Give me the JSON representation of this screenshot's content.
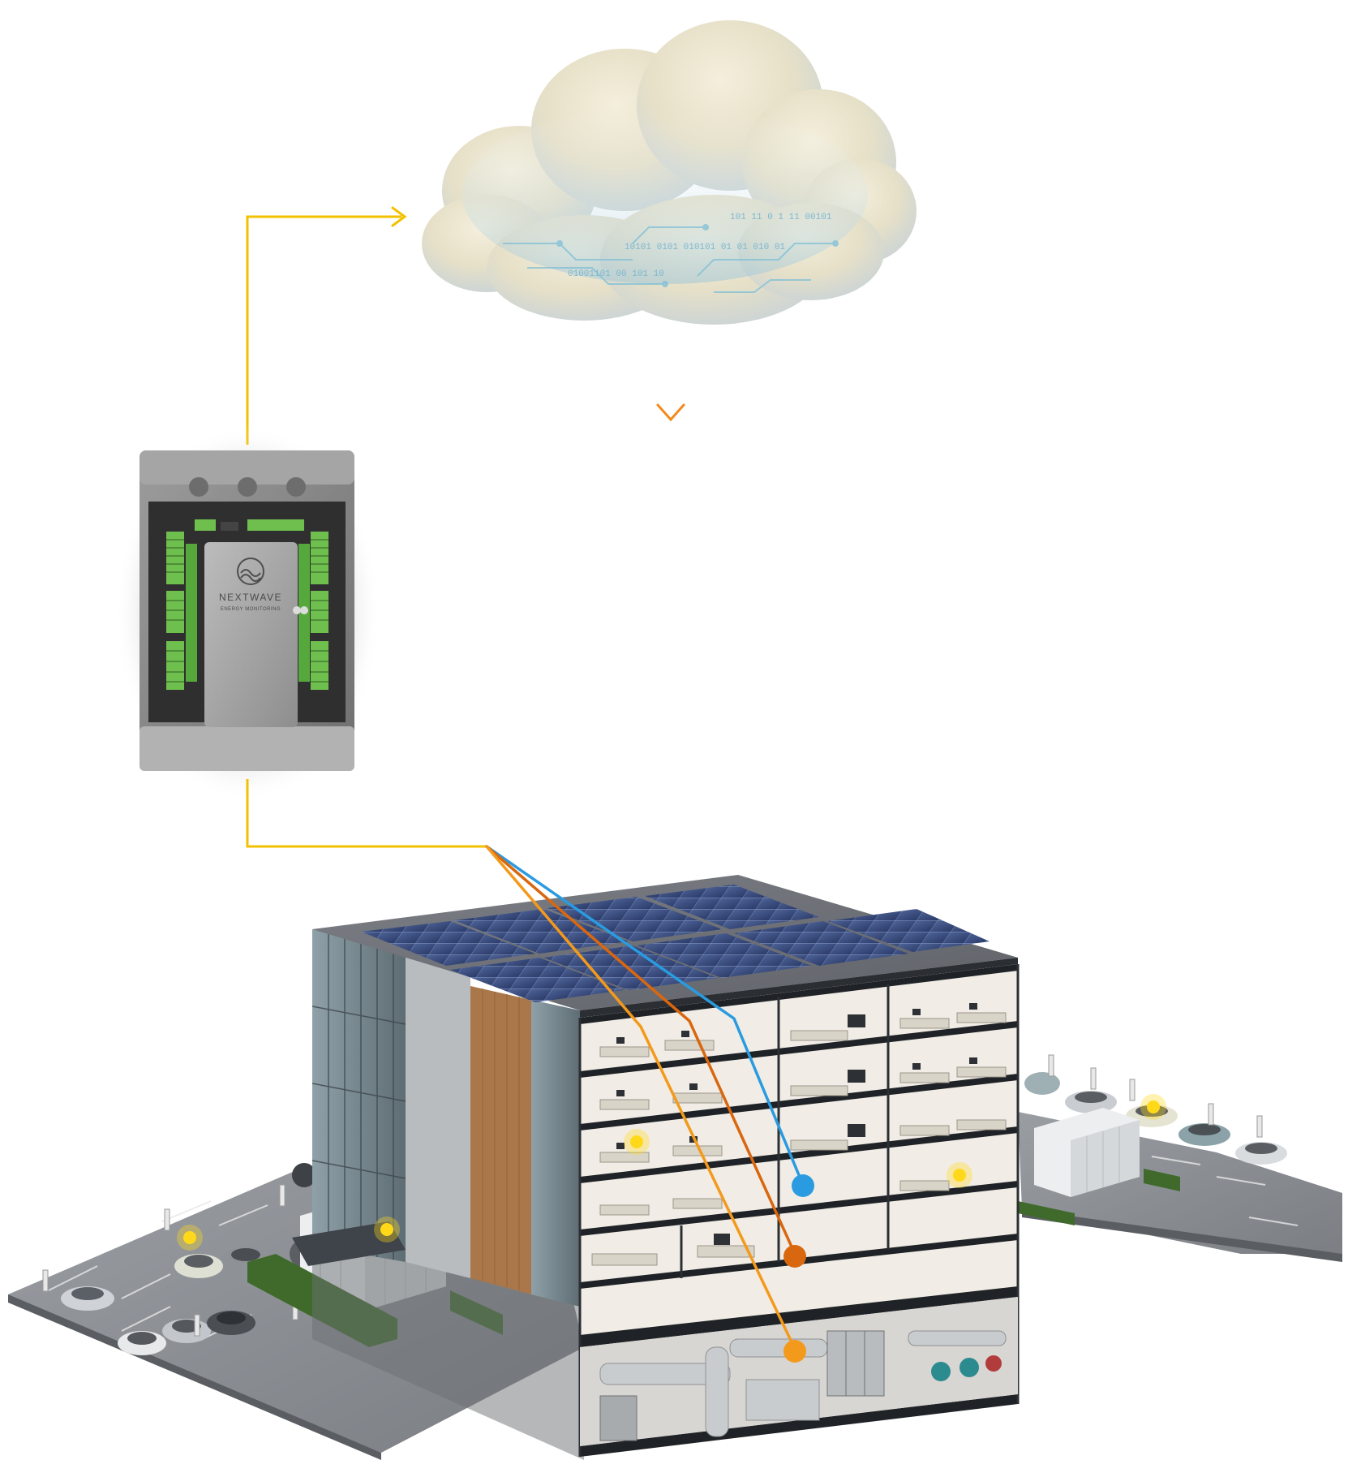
{
  "device": {
    "brand": "NEXTWAVE",
    "tagline": "ENERGY MONITORING"
  },
  "cloud": {
    "binary_rows": [
      "101 11 0 1 11 00101",
      "10101 0101 010101 01 01 010 01",
      "01001101 00 101 10"
    ]
  },
  "colors": {
    "uplink": "#f2c200",
    "downlink_top": "#5bb4e6",
    "downlink_bottom": "#f28a1e",
    "line_blue": "#2a9be0",
    "line_dark_orange": "#d9670f",
    "line_orange": "#f39a1c",
    "indicator_yellow": "#ffd91a"
  },
  "icons": {
    "cloud": "cloud-icon",
    "device": "energy-monitor-icon",
    "building": "building-cutaway-icon"
  }
}
